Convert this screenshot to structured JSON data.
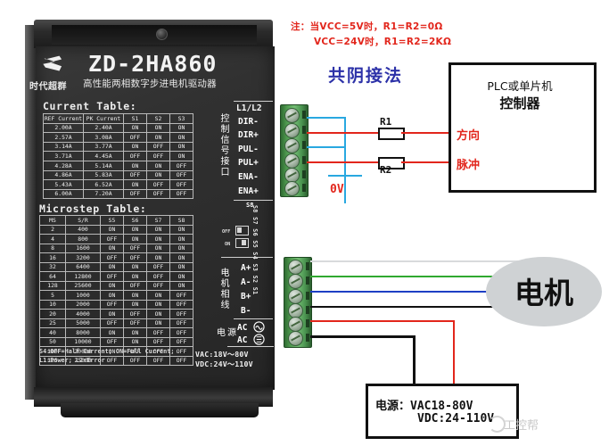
{
  "drive": {
    "brand_logo": "s-logo-icon",
    "brand_sub": "时代超群",
    "model": "ZD-2HA860",
    "model_sub": "高性能两相数字步进电机驱动器",
    "current_table_caption": "Current Table:",
    "current_table_headers": [
      "REF Current",
      "PK Current",
      "S1",
      "S2",
      "S3"
    ],
    "current_table_rows": [
      [
        "2.00A",
        "2.40A",
        "ON",
        "ON",
        "ON"
      ],
      [
        "2.57A",
        "3.08A",
        "OFF",
        "ON",
        "ON"
      ],
      [
        "3.14A",
        "3.77A",
        "ON",
        "OFF",
        "ON"
      ],
      [
        "3.71A",
        "4.45A",
        "OFF",
        "OFF",
        "ON"
      ],
      [
        "4.28A",
        "5.14A",
        "ON",
        "ON",
        "OFF"
      ],
      [
        "4.86A",
        "5.83A",
        "OFF",
        "ON",
        "OFF"
      ],
      [
        "5.43A",
        "6.52A",
        "ON",
        "OFF",
        "OFF"
      ],
      [
        "6.00A",
        "7.20A",
        "OFF",
        "OFF",
        "OFF"
      ]
    ],
    "micro_table_caption": "Microstep Table:",
    "micro_table_headers": [
      "MS",
      "S/R",
      "S5",
      "S6",
      "S7",
      "S8"
    ],
    "micro_table_rows": [
      [
        "2",
        "400",
        "ON",
        "ON",
        "ON",
        "ON"
      ],
      [
        "4",
        "800",
        "OFF",
        "ON",
        "ON",
        "ON"
      ],
      [
        "8",
        "1600",
        "ON",
        "OFF",
        "ON",
        "ON"
      ],
      [
        "16",
        "3200",
        "OFF",
        "OFF",
        "ON",
        "ON"
      ],
      [
        "32",
        "6400",
        "ON",
        "ON",
        "OFF",
        "ON"
      ],
      [
        "64",
        "12800",
        "OFF",
        "ON",
        "OFF",
        "ON"
      ],
      [
        "128",
        "25600",
        "ON",
        "OFF",
        "OFF",
        "ON"
      ],
      [
        "5",
        "1000",
        "ON",
        "ON",
        "ON",
        "OFF"
      ],
      [
        "10",
        "2000",
        "OFF",
        "ON",
        "ON",
        "OFF"
      ],
      [
        "20",
        "4000",
        "ON",
        "OFF",
        "ON",
        "OFF"
      ],
      [
        "25",
        "5000",
        "OFF",
        "OFF",
        "ON",
        "OFF"
      ],
      [
        "40",
        "8000",
        "ON",
        "ON",
        "OFF",
        "OFF"
      ],
      [
        "50",
        "10000",
        "OFF",
        "ON",
        "OFF",
        "OFF"
      ],
      [
        "100",
        "20000",
        "ON",
        "OFF",
        "OFF",
        "OFF"
      ],
      [
        "125",
        "25000",
        "OFF",
        "OFF",
        "OFF",
        "OFF"
      ]
    ],
    "note_s4": "S4:OFF=Half Current; ON=Full Current;",
    "note_led": "L1:Power;  L2:Error",
    "volt_ac": "VAC:18V～80V",
    "volt_dc": "VDC:24V～110V",
    "signal_side_label": "控制信号接口",
    "motor_side_label": "电机相线",
    "power_side_label": "电源",
    "pin_l1l2": "L1/L2",
    "pins_signal": [
      "DIR-",
      "DIR+",
      "PUL-",
      "PUL+",
      "ENA-",
      "ENA+"
    ],
    "pin_s8": "S8",
    "dip_labels": "S8 S7 S6 S5 S4 S3 S2 S1",
    "dip_off": "OFF",
    "dip_on": "ON",
    "pins_motor": [
      "A+",
      "A-",
      "B+",
      "B-"
    ],
    "pins_power": [
      "AC",
      "AC"
    ]
  },
  "annotations": {
    "note_line1": "注：当VCC=5V时，R1=R2=0Ω",
    "note_line2": "VCC=24V时，R1=R2=2KΩ",
    "wiring_title": "共阴接法",
    "zero_volt": "0V",
    "resistor1": "R1",
    "resistor2": "R2"
  },
  "plc_box": {
    "line1": "PLC或单片机",
    "line2": "控制器",
    "signal_dir": "方向",
    "signal_pul": "脉冲"
  },
  "motor": {
    "label": "电机"
  },
  "supply_box": {
    "line1": "电源：VAC18-80V",
    "line2": "VDC:24-110V"
  },
  "watermark": {
    "text": "工控帮",
    "icon": "bird-logo-icon"
  },
  "colors": {
    "wire_blue": "#29a8e0",
    "wire_red": "#e2261c",
    "wire_green": "#2fa82f",
    "wire_black": "#111111",
    "wire_white": "#d8dadc",
    "accent_blue_text": "#2c31a8",
    "accent_red_text": "#e2261c",
    "terminal_green": "#4f9a4f"
  }
}
